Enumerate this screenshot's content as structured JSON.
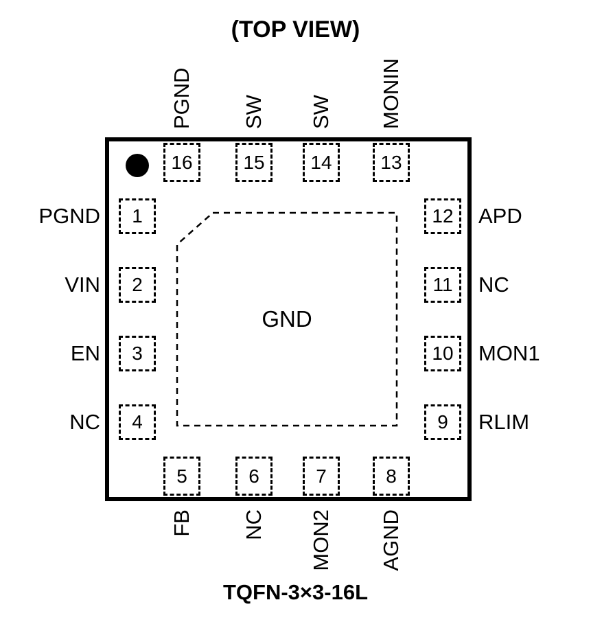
{
  "title": "(TOP VIEW)",
  "package": {
    "caption": "TQFN-3×3-16L",
    "center_pad_label": "GND"
  },
  "pins": {
    "top": [
      {
        "num": "16",
        "label": "PGND"
      },
      {
        "num": "15",
        "label": "SW"
      },
      {
        "num": "14",
        "label": "SW"
      },
      {
        "num": "13",
        "label": "MONIN"
      }
    ],
    "left": [
      {
        "num": "1",
        "label": "PGND"
      },
      {
        "num": "2",
        "label": "VIN"
      },
      {
        "num": "3",
        "label": "EN"
      },
      {
        "num": "4",
        "label": "NC"
      }
    ],
    "right": [
      {
        "num": "12",
        "label": "APD"
      },
      {
        "num": "11",
        "label": "NC"
      },
      {
        "num": "10",
        "label": "MON1"
      },
      {
        "num": "9",
        "label": "RLIM"
      }
    ],
    "bottom": [
      {
        "num": "5",
        "label": "FB"
      },
      {
        "num": "6",
        "label": "NC"
      },
      {
        "num": "7",
        "label": "MON2"
      },
      {
        "num": "8",
        "label": "AGND"
      }
    ]
  }
}
